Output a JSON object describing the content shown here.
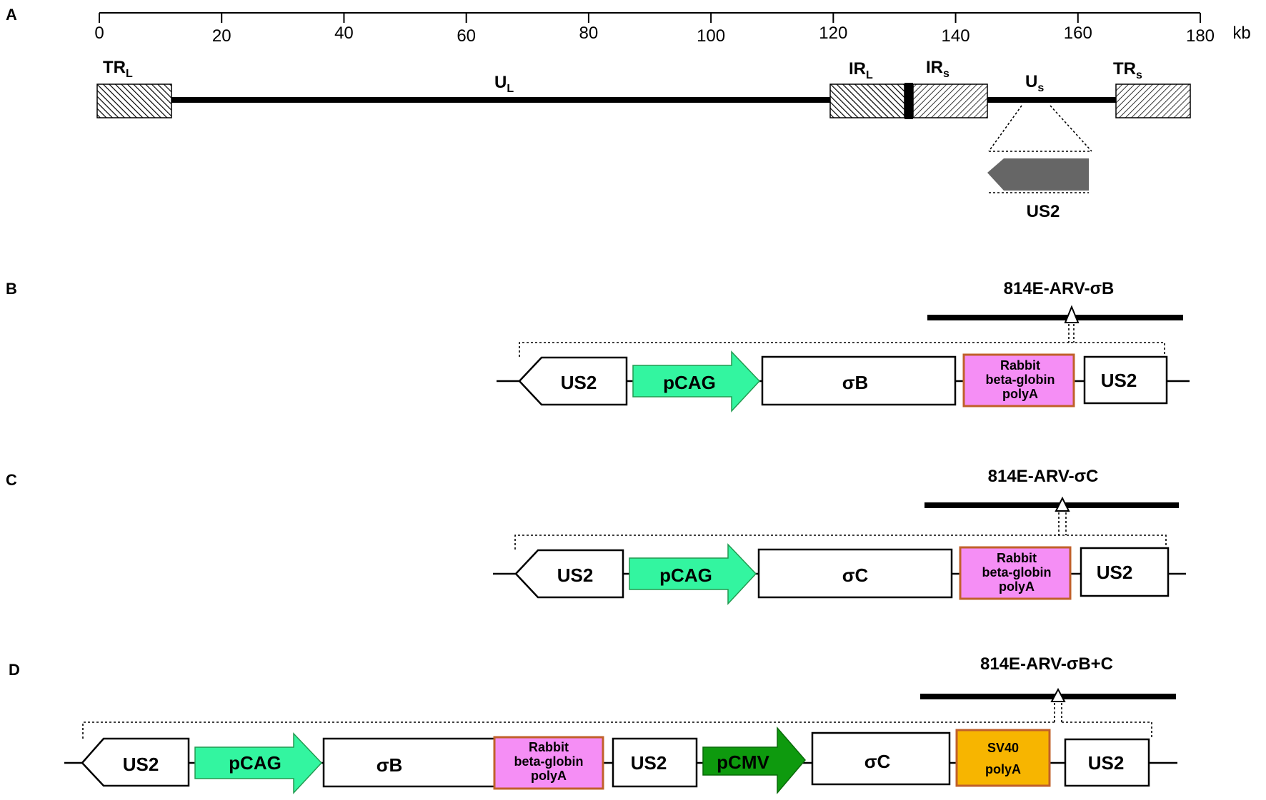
{
  "panels": {
    "a": "A",
    "b": "B",
    "c": "C",
    "d": "D"
  },
  "scale": {
    "ticks": [
      "0",
      "20",
      "40",
      "60",
      "80",
      "100",
      "120",
      "140",
      "160",
      "180"
    ],
    "unit": "kb"
  },
  "genome": {
    "trl": {
      "main": "TR",
      "sub": "L"
    },
    "ul": {
      "main": "U",
      "sub": "L"
    },
    "irl": {
      "main": "IR",
      "sub": "L"
    },
    "irs": {
      "main": "IR",
      "sub": "s"
    },
    "us": {
      "main": "U",
      "sub": "s"
    },
    "trs": {
      "main": "TR",
      "sub": "s"
    },
    "us2": "US2"
  },
  "constructs": {
    "b": {
      "title": "814E-ARV-σB",
      "us2_left": "US2",
      "promoter": "pCAG",
      "gene": "σB",
      "polya": [
        "Rabbit",
        "beta-globin",
        "polyA"
      ],
      "us2_right": "US2"
    },
    "c": {
      "title": "814E-ARV-σC",
      "us2_left": "US2",
      "promoter": "pCAG",
      "gene": "σC",
      "polya": [
        "Rabbit",
        "beta-globin",
        "polyA"
      ],
      "us2_right": "US2"
    },
    "d": {
      "title": "814E-ARV-σB+C",
      "us2_left": "US2",
      "promoter1": "pCAG",
      "gene1": "σB",
      "polya1": [
        "Rabbit",
        "beta-globin",
        "polyA"
      ],
      "us2_mid": "US2",
      "promoter2": "pCMV",
      "gene2": "σC",
      "polya2": [
        "SV40",
        "polyA"
      ],
      "us2_right": "US2"
    }
  },
  "colors": {
    "pcag": "#33f5a0",
    "pcmv": "#0e9a0e",
    "rabbit_polya": "#f58ef5",
    "rabbit_border": "#c0602a",
    "sv40_polya": "#f7b500",
    "sv40_border": "#c0602a",
    "us2_gene": "#666666"
  }
}
